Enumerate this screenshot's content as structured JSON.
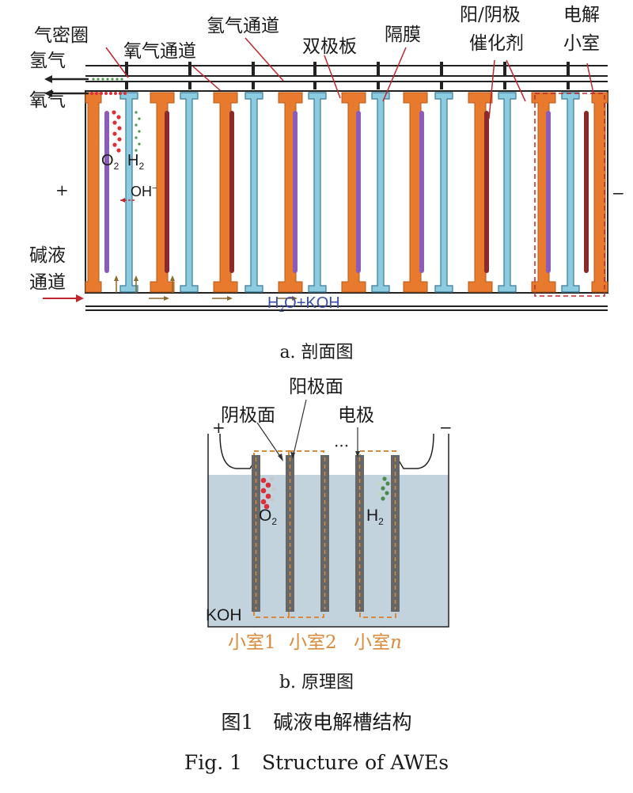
{
  "figure_a": {
    "labels": {
      "gas_seal": "气密圈",
      "oxygen_channel": "氧气通道",
      "hydrogen_channel": "氢气通道",
      "bipolar_plate": "双极板",
      "diaphragm": "隔膜",
      "catalyst_line1": "阳/阴极",
      "catalyst_line2": "催化剂",
      "cell_line1": "电解",
      "cell_line2": "小室",
      "hydrogen_out": "氢气",
      "oxygen_out": "氧气",
      "alkali_line1": "碱液",
      "alkali_line2": "通道",
      "plus": "+",
      "minus": "−",
      "o2": "O",
      "h2": "H",
      "sub2": "2",
      "oh": "OH",
      "oh_sup": "−",
      "feed_h": "H",
      "feed_sub": "2",
      "feed_rest": "O+KOH"
    },
    "caption": "a. 剖面图",
    "colors": {
      "bipolar": "#E87A2E",
      "diaphragm": "#8CCBE0",
      "anode_catalyst": "#8B5CB8",
      "cathode_catalyst": "#8B2A2A",
      "o2_bubble": "#D9303A",
      "h2_bubble": "#4A9A4A",
      "feed_text": "#3A4FA8"
    }
  },
  "figure_b": {
    "labels": {
      "cathode_face": "阴极面",
      "anode_face": "阳极面",
      "electrode": "电极",
      "dots": "···",
      "plus": "+",
      "minus": "−",
      "o2": "O",
      "h2": "H",
      "sub2": "2",
      "koh": "KOH",
      "cell1": "小室1",
      "cell2": "小室2",
      "celln_prefix": "小室",
      "celln_n": "n"
    },
    "caption": "b. 原理图",
    "colors": {
      "electrolyte": "#C3D3DE",
      "electrode": "#666666",
      "dashed_box": "#D98A3A",
      "cell_label": "#D98A3A"
    }
  },
  "figure_caption_cn": "图1　碱液电解槽结构",
  "figure_caption_en": "Fig. 1　Structure of AWEs"
}
